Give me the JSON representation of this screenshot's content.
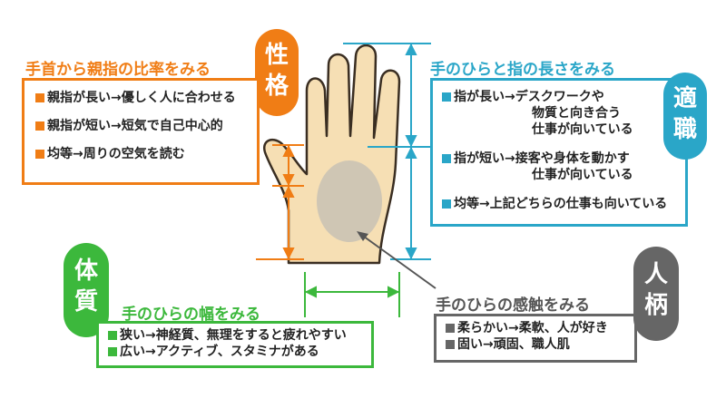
{
  "colors": {
    "orange": "#f07d15",
    "cyan": "#2aa6c8",
    "green": "#3cb83c",
    "gray": "#666666",
    "hand": "#f6dfb4",
    "palm_oval": "#cfc6b4"
  },
  "personality": {
    "badge": [
      "性",
      "格"
    ],
    "heading": "手首から親指の比率をみる",
    "items": [
      "親指が長い→優しく人に合わせる",
      "親指が短い→短気で自己中心的",
      "均等→周りの空気を読む"
    ]
  },
  "aptitude": {
    "badge": [
      "適",
      "職"
    ],
    "heading": "手のひらと指の長さをみる",
    "items": [
      {
        "lines": [
          "指が長い→デスクワークや",
          "物質と向き合う",
          "仕事が向いている"
        ]
      },
      {
        "lines": [
          "指が短い→接客や身体を動かす",
          "仕事が向いている"
        ]
      },
      {
        "lines": [
          "均等→上記どちらの仕事も向いている"
        ]
      }
    ]
  },
  "constitution": {
    "badge": [
      "体",
      "質"
    ],
    "heading": "手のひらの幅をみる",
    "items": [
      "狭い→神経質、無理をすると疲れやすい",
      "広い→アクティブ、スタミナがある"
    ]
  },
  "character": {
    "badge": [
      "人",
      "柄"
    ],
    "heading": "手のひらの感触をみる",
    "items": [
      "柔らかい→柔軟、人が好き",
      "固い→頑固、職人肌"
    ]
  }
}
